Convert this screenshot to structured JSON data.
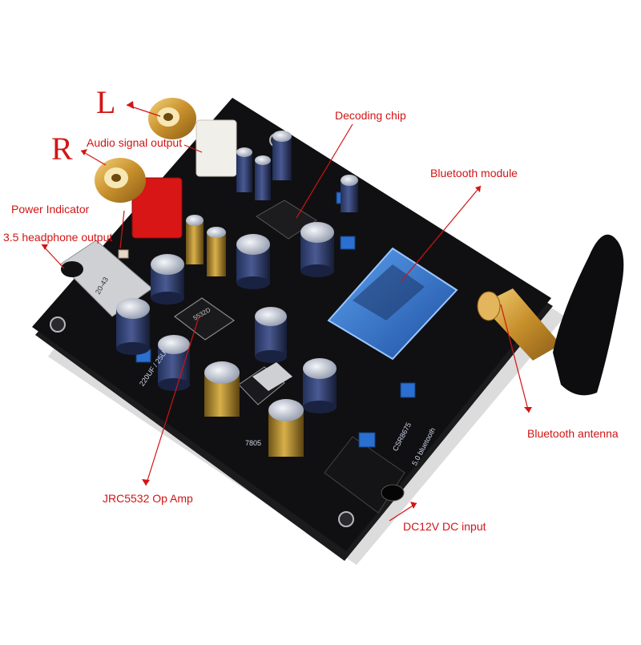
{
  "labels": {
    "left": "L",
    "right": "R",
    "audio_output": "Audio signal output",
    "power_indicator": "Power Indicator",
    "headphone_output": "3.5 headphone output",
    "decoding_chip": "Decoding chip",
    "bluetooth_module": "Bluetooth module",
    "bluetooth_antenna": "Bluetooth antenna",
    "op_amp": "JRC5532 Op Amp",
    "dc_input": "DC12V DC input"
  },
  "board_print": {
    "chip_model": "CSR8675",
    "bluetooth_version": "5.0 bluetooth",
    "cap_rating": "220UF / 25U",
    "opamp_marking": "5532D",
    "regulator": "7805",
    "jack_marking": "20-43"
  },
  "colors": {
    "annotation": "#d21414",
    "pcb": "#101012",
    "gold": "#d9a53a",
    "module_blue": "#2f6fd0"
  }
}
